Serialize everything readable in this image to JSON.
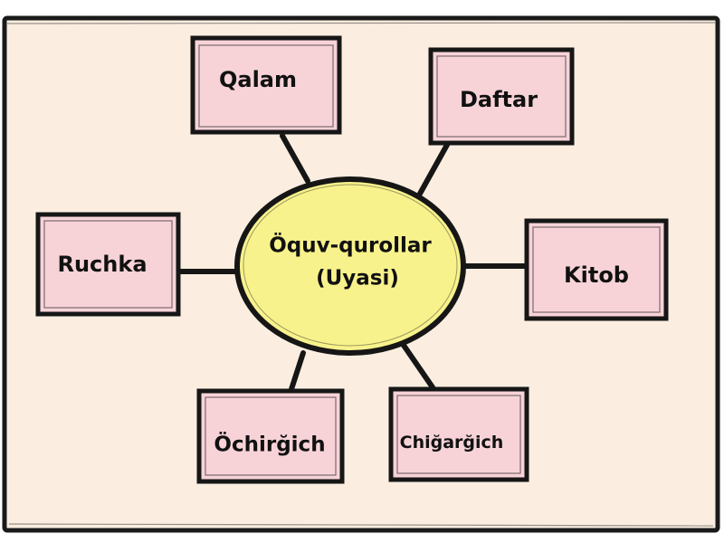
{
  "diagram": {
    "center": {
      "line1": "Öquv-qurollar",
      "line2": "(Uyasi)"
    },
    "nodes": [
      {
        "id": "qalam",
        "label": "Qalam"
      },
      {
        "id": "daftar",
        "label": "Daftar"
      },
      {
        "id": "ruchka",
        "label": "Ruchka"
      },
      {
        "id": "kitob",
        "label": "Kitob"
      },
      {
        "id": "ochirgich",
        "label": "Öchirğich"
      },
      {
        "id": "chigargich",
        "label": "Chiğarğich"
      }
    ]
  },
  "colors": {
    "background": "#fbeee0",
    "frame": "#1a1a1a",
    "box_fill": "#f7d3d8",
    "center_fill": "#f8f28c",
    "stroke": "#161616"
  }
}
